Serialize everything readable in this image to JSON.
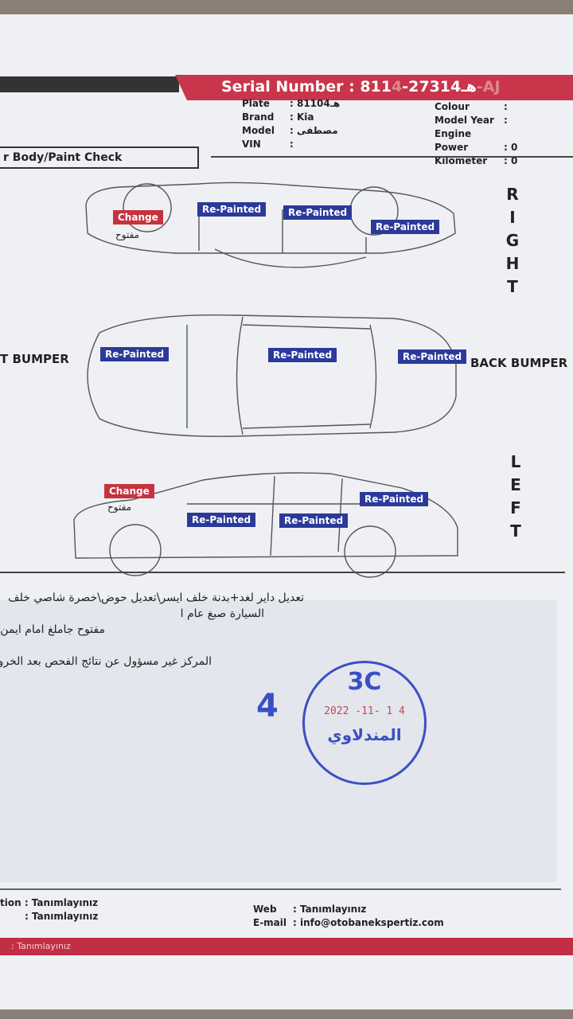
{
  "header": {
    "serial_label": "Serial Number :",
    "serial_value": "هـ27314-811",
    "serial_obscured": "4-AJ"
  },
  "vehicle": {
    "plate_label": "Plate",
    "plate": "هـ81104",
    "brand_label": "Brand",
    "brand": "Kia",
    "model_label": "Model",
    "model": "مصطفى",
    "vin_label": "VIN",
    "vin": "",
    "colour_label": "Colour",
    "colour": "",
    "year_label": "Model Year",
    "year": "",
    "engine_label": "Engine Power",
    "engine": "0",
    "km_label": "Kilometer",
    "km": "0"
  },
  "section_title": "r Body/Paint Check",
  "sides": {
    "right": [
      "R",
      "I",
      "G",
      "H",
      "T"
    ],
    "left": [
      "L",
      "E",
      "F",
      "T"
    ],
    "front": "T BUMPER",
    "back": "BACK BUMPER"
  },
  "marks": {
    "change": "Change",
    "repainted": "Re-Painted",
    "opened": "مفتوح"
  },
  "notes": [
    "تعديل داير لغد+بدنة خلف ايسر\\تعديل حوض\\خصرة شاصي خلف",
    "السيارة صبغ عام ا",
    "مفتوح جاملغ امام ايمن+",
    "المركز غير مسؤول عن نتائج الفحص بعد الخروج"
  ],
  "stamp": {
    "code": "3C",
    "date": "2022 -11- 1 4",
    "name": "المندلاوي",
    "number": "4"
  },
  "footer": {
    "loc_label": "tion",
    "loc": "Tanımlayınız",
    "line2": "Tanımlayınız",
    "web_label": "Web",
    "web": "Tanımlayınız",
    "email_label": "E-mail",
    "email": "info@otobanekspertiz.com",
    "bar": ": Tanımlayınız"
  },
  "colors": {
    "brand_red": "#c9354a",
    "label_blue": "#2b3a9a",
    "stamp_blue": "#3b4fc4"
  }
}
